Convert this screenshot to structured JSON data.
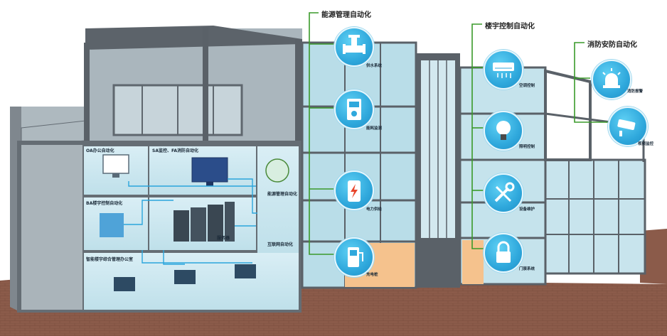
{
  "categories": {
    "energy": "能源管理自动化",
    "building": "楼宇控制自动化",
    "fire": "消防安防自动化"
  },
  "icons": {
    "water": "供水系统",
    "meter": "能耗监测",
    "power": "电力供给",
    "charging": "充电桩",
    "ac": "空调控制",
    "light": "照明控制",
    "maintenance": "设备维护",
    "access": "门禁系统",
    "alarm": "消防报警",
    "camera": "视频监控"
  },
  "rooms": {
    "oa": "OA办公自动化",
    "sa": "SA监控、FA消防自动化",
    "ba": "BA楼宇控制自动化",
    "server": "服务器",
    "energy_mgmt": "能源管理自动化",
    "iot": "互联网自动化",
    "office": "智能楼宇综合管理办公室"
  },
  "colors": {
    "line_green": "#3a9a2a",
    "icon_blue": "#2fa8dc",
    "frame_gray": "#5a6168",
    "glass": "#cfe9f1",
    "ground": "#8a5a48"
  }
}
